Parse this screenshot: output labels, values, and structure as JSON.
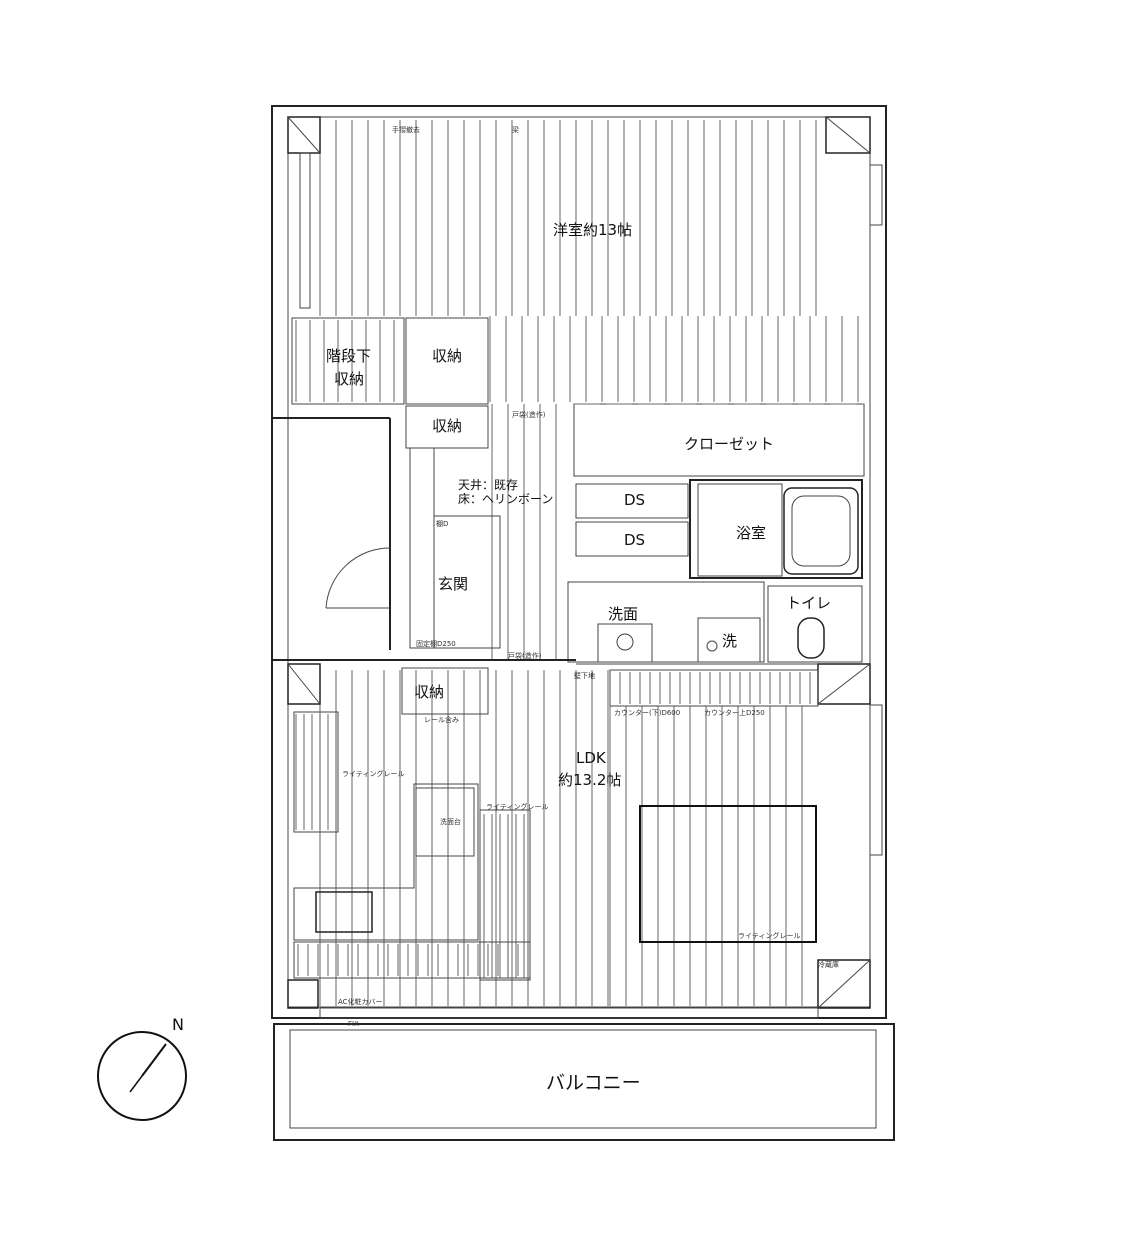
{
  "rooms": {
    "western_room": "洋室約13帖",
    "under_stairs_1": "階段下",
    "under_stairs_2": "収納",
    "storage_upper": "収納",
    "storage_mid": "収納",
    "storage_lower": "収納",
    "closet": "クローゼット",
    "ds_upper": "DS",
    "ds_lower": "DS",
    "bathroom": "浴室",
    "toilet": "トイレ",
    "washroom": "洗面",
    "washer": "洗",
    "entrance": "玄関",
    "ldk_1": "LDK",
    "ldk_2": "約13.2帖",
    "balcony": "バルコニー"
  },
  "notes": {
    "ceiling": "天井：既存",
    "floor": "床：ヘリンボーン",
    "top_note_1": "手摺撤去",
    "top_note_2": "梁",
    "door_1": "戸袋(造作)",
    "door_2": "戸袋(造作)",
    "shoe_fixed": "固定棚D250",
    "shoe_small": "棚D",
    "rail_1": "ライティングレール",
    "rail_2": "ライティングレール",
    "rail_3": "ライティングレール",
    "counter_low": "カウンター(下)D600",
    "counter_high": "カウンター上D250",
    "under_wall": "壁下地",
    "ac_cover": "AC化粧カバー",
    "fix": "FIX",
    "rail_storage": "レール含み",
    "fridge": "冷蔵庫",
    "washbasin": "洗面台"
  },
  "compass": {
    "north": "N"
  }
}
